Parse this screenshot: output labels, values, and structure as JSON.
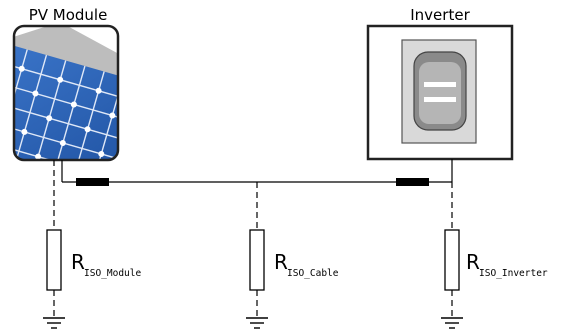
{
  "pv_module": {
    "label": "PV Module"
  },
  "inverter": {
    "label": "Inverter"
  },
  "resistors": [
    {
      "symbol": "R",
      "subscript": "ISO_Module"
    },
    {
      "symbol": "R",
      "subscript": "ISO_Cable"
    },
    {
      "symbol": "R",
      "subscript": "ISO_Inverter"
    }
  ],
  "colors": {
    "line": "#000000",
    "cell_blue": "#2f63b3",
    "panel_frame": "#a8a8a8",
    "module_border": "#222222",
    "inverter_face": "#d9d9d9",
    "inverter_display": "#8a8a8a"
  },
  "icons": {
    "ground": "ground-symbol-icon",
    "resistor": "resistor-icon"
  }
}
